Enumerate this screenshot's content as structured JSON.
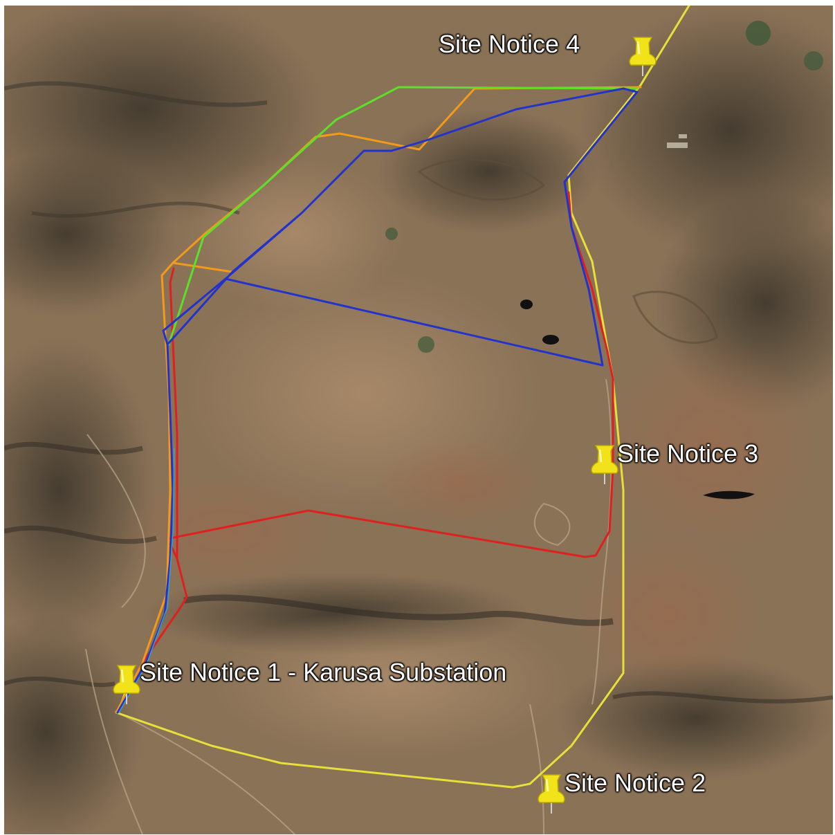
{
  "map": {
    "colors": {
      "terrain_base": "#8a7257",
      "terrain_dark": "#4a4438",
      "terrain_light": "#a88a68",
      "vegetation": "#3f5a3a",
      "water": "#111111",
      "route_green": "#5ce02a",
      "route_orange": "#f39a1a",
      "route_blue": "#2233cc",
      "route_red": "#e01f1f",
      "route_yellow": "#e8e03a",
      "pin_yellow": "#f2e21a"
    }
  },
  "site_notices": [
    {
      "id": "sn1",
      "label": "Site Notice 1 - Karusa Substation"
    },
    {
      "id": "sn2",
      "label": "Site Notice 2"
    },
    {
      "id": "sn3",
      "label": "Site Notice 3"
    },
    {
      "id": "sn4",
      "label": "Site Notice 4"
    }
  ],
  "routes": [
    {
      "id": "route-green",
      "color": "#5ce02a"
    },
    {
      "id": "route-orange",
      "color": "#f39a1a"
    },
    {
      "id": "route-blue",
      "color": "#2233cc"
    },
    {
      "id": "route-red",
      "color": "#e01f1f"
    },
    {
      "id": "route-yellow",
      "color": "#e8e03a"
    }
  ]
}
